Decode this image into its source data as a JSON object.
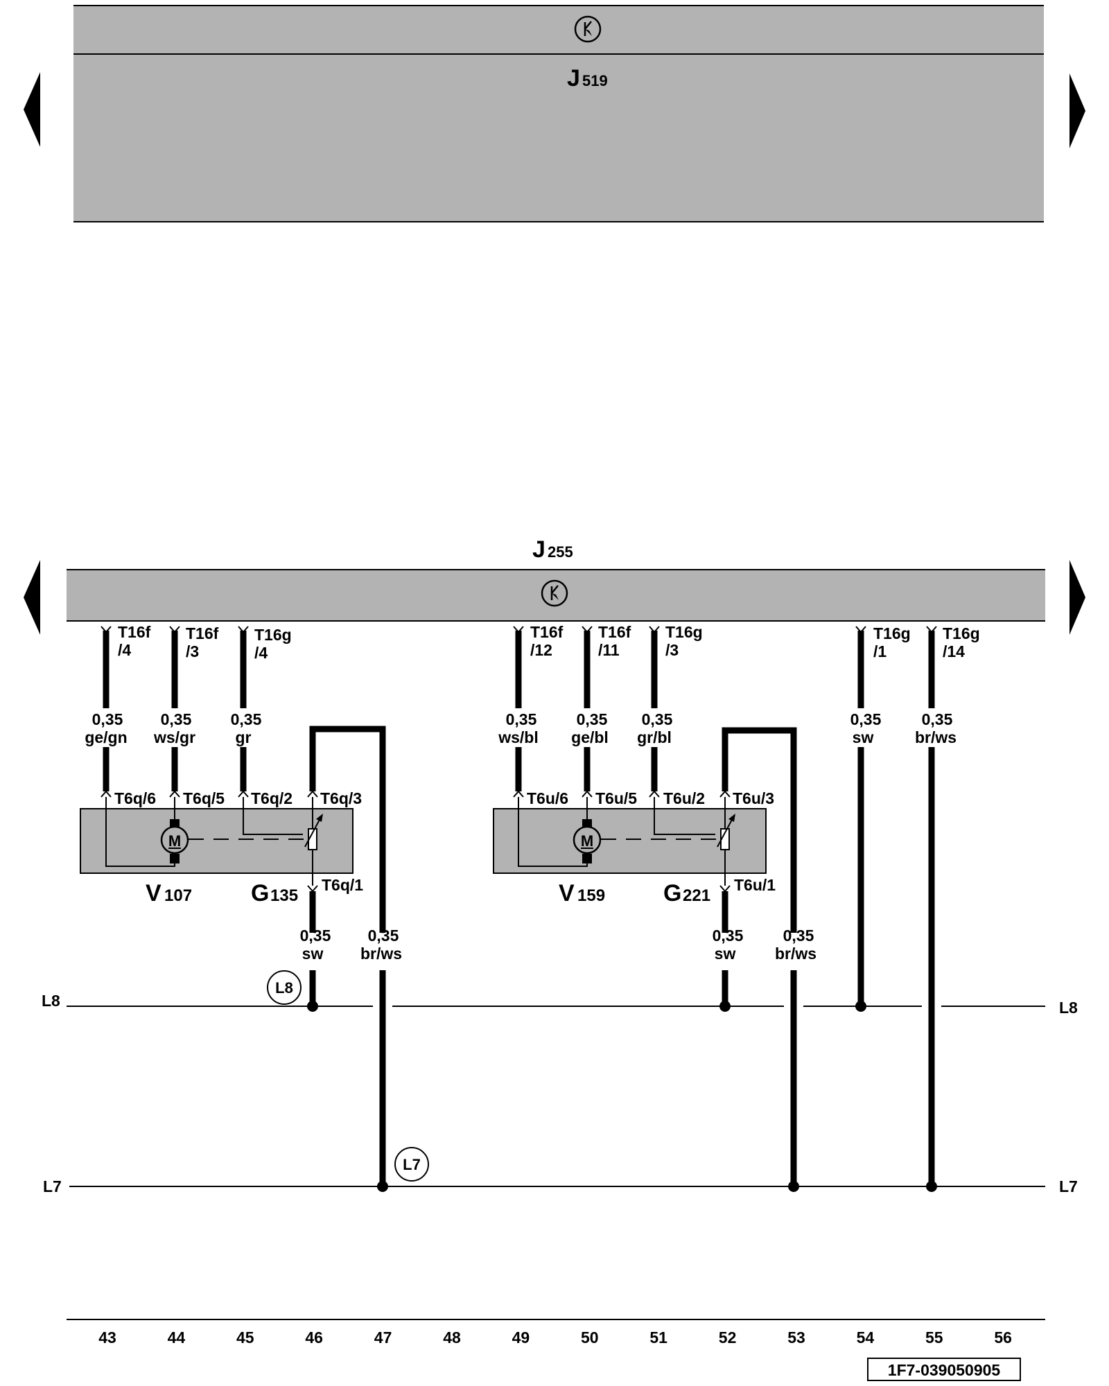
{
  "colors": {
    "module_fill": "#b3b3b3",
    "component_fill": "#b3b3b3",
    "wire": "#000000",
    "background": "#ffffff"
  },
  "icons": {
    "nav_left": "triangle-left",
    "nav_right": "triangle-right",
    "can_bus": "k-bus-icon",
    "motor": "motor-M-icon",
    "potentiometer": "potentiometer-icon"
  },
  "modules": {
    "j519": {
      "letter": "J",
      "number": "519"
    },
    "j255": {
      "letter": "J",
      "number": "255"
    }
  },
  "motor_symbol": "M",
  "components": [
    {
      "id": "v107",
      "letter": "V",
      "number": "107"
    },
    {
      "id": "g135",
      "letter": "G",
      "number": "135"
    },
    {
      "id": "v159",
      "letter": "V",
      "number": "159"
    },
    {
      "id": "g221",
      "letter": "G",
      "number": "221"
    }
  ],
  "connectors_top": [
    {
      "line1": "T16f",
      "line2": "/4"
    },
    {
      "line1": "T16f",
      "line2": "/3"
    },
    {
      "line1": "T16g",
      "line2": "/4"
    },
    {
      "line1": "T16f",
      "line2": "/12"
    },
    {
      "line1": "T16f",
      "line2": "/11"
    },
    {
      "line1": "T16g",
      "line2": "/3"
    },
    {
      "line1": "T16g",
      "line2": "/1"
    },
    {
      "line1": "T16g",
      "line2": "/14"
    }
  ],
  "wires_upper": [
    {
      "size": "0,35",
      "color": "ge/gn"
    },
    {
      "size": "0,35",
      "color": "ws/gr"
    },
    {
      "size": "0,35",
      "color": "gr"
    },
    {
      "size": "0,35",
      "color": "ws/bl"
    },
    {
      "size": "0,35",
      "color": "ge/bl"
    },
    {
      "size": "0,35",
      "color": "gr/bl"
    },
    {
      "size": "0,35",
      "color": "sw"
    },
    {
      "size": "0,35",
      "color": "br/ws"
    }
  ],
  "component_pins_top": [
    "T6q/6",
    "T6q/5",
    "T6q/2",
    "T6q/3",
    "T6u/6",
    "T6u/5",
    "T6u/2",
    "T6u/3"
  ],
  "component_pins_bottom": [
    "T6q/1",
    "T6u/1"
  ],
  "wires_lower": [
    {
      "size": "0,35",
      "color": "sw"
    },
    {
      "size": "0,35",
      "color": "br/ws"
    },
    {
      "size": "0,35",
      "color": "sw"
    },
    {
      "size": "0,35",
      "color": "br/ws"
    }
  ],
  "buses": {
    "l8": {
      "left": "L8",
      "right": "L8",
      "marker": "L8"
    },
    "l7": {
      "left": "L7",
      "right": "L7",
      "marker": "L7"
    }
  },
  "columns": [
    "43",
    "44",
    "45",
    "46",
    "47",
    "48",
    "49",
    "50",
    "51",
    "52",
    "53",
    "54",
    "55",
    "56"
  ],
  "doc_id": "1F7-039050905"
}
